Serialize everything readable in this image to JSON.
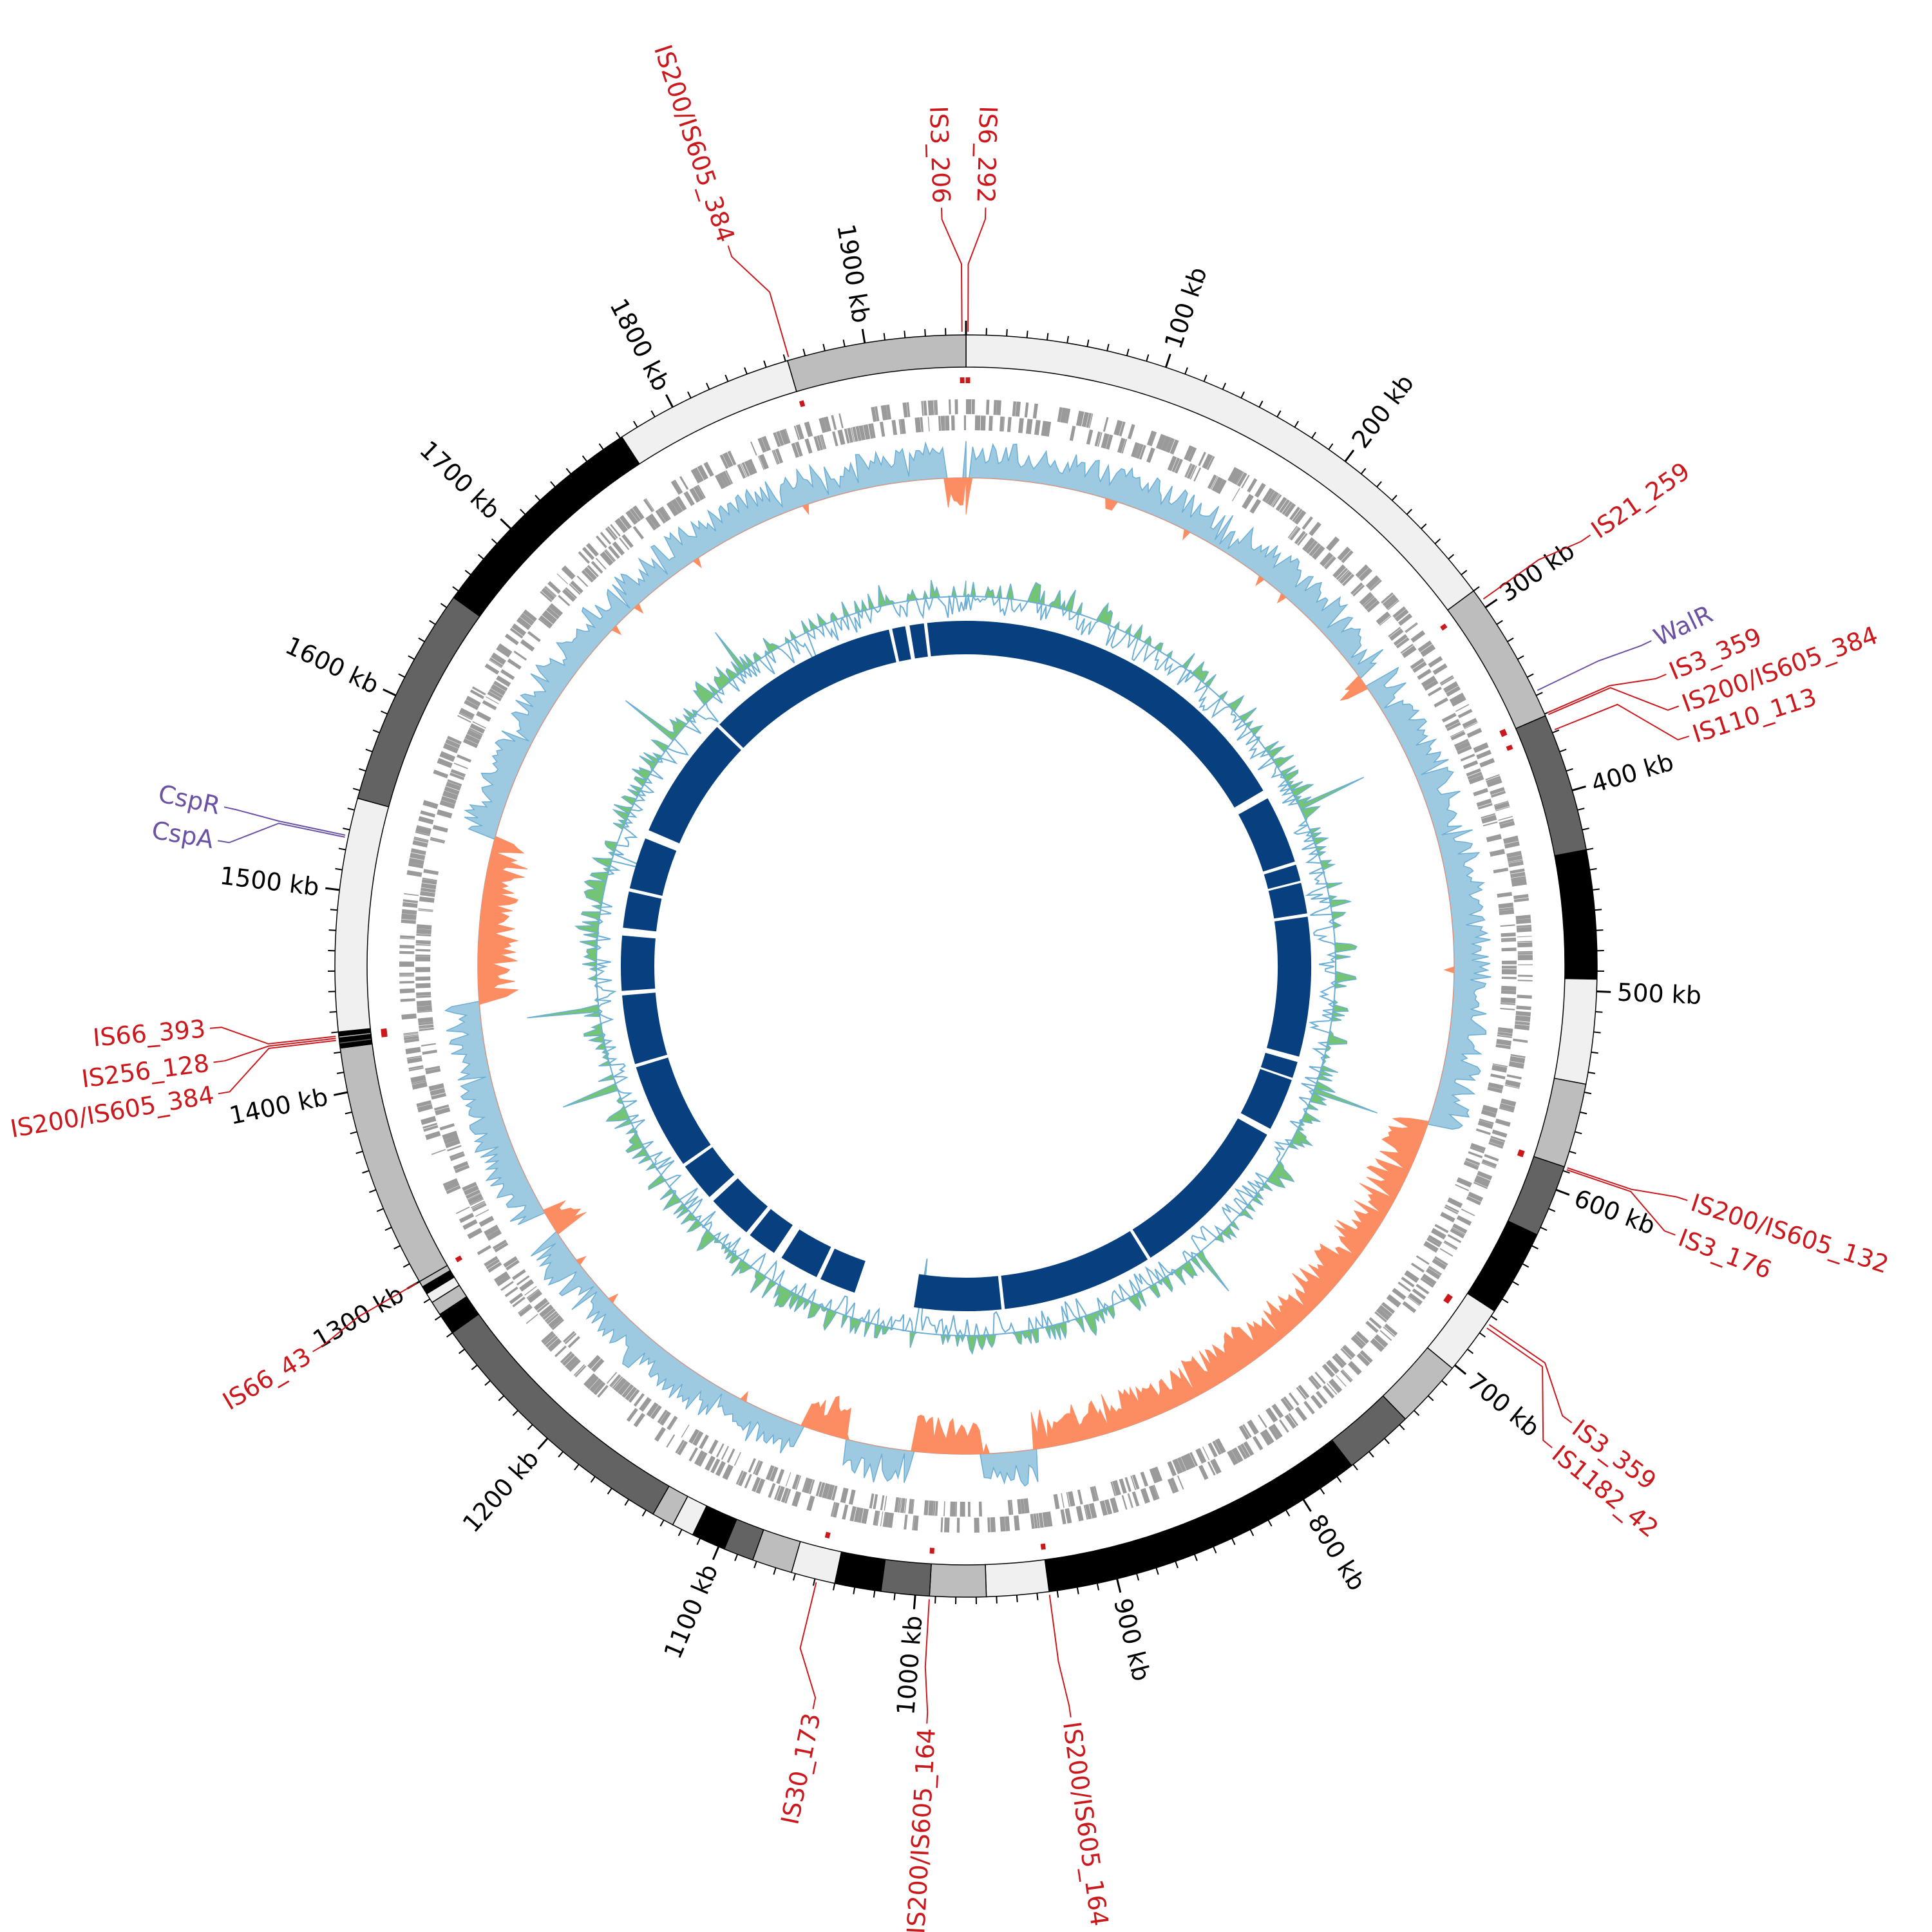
{
  "genome": {
    "length_kb": 1950
  },
  "colors": {
    "light": "#f0f0f0",
    "gray": "#bdbdbd",
    "dark": "#636363",
    "black": "#000000",
    "gene": "#9a9a9a",
    "skew_pos_fill": "#9ecae1",
    "skew_pos_line": "#6baed6",
    "skew_neg": "#fc8d62",
    "gc_green": "#74c476",
    "gc_blue": "#6baed6",
    "inner_ring": "#083f7f",
    "is_label": "#cb181d",
    "gene_label": "#6a51a3"
  },
  "ideogram": [
    {
      "start": 0,
      "end": 290,
      "shade": "light"
    },
    {
      "start": 290,
      "end": 361,
      "shade": "gray"
    },
    {
      "start": 361,
      "end": 430,
      "shade": "dark"
    },
    {
      "start": 430,
      "end": 494,
      "shade": "black"
    },
    {
      "start": 494,
      "end": 546,
      "shade": "light"
    },
    {
      "start": 546,
      "end": 588,
      "shade": "gray"
    },
    {
      "start": 588,
      "end": 624,
      "shade": "dark"
    },
    {
      "start": 624,
      "end": 667,
      "shade": "black"
    },
    {
      "start": 667,
      "end": 702,
      "shade": "light"
    },
    {
      "start": 702,
      "end": 736,
      "shade": "gray"
    },
    {
      "start": 736,
      "end": 771,
      "shade": "dark"
    },
    {
      "start": 771,
      "end": 934,
      "shade": "black"
    },
    {
      "start": 934,
      "end": 965,
      "shade": "light"
    },
    {
      "start": 965,
      "end": 993,
      "shade": "gray"
    },
    {
      "start": 993,
      "end": 1017,
      "shade": "dark"
    },
    {
      "start": 1017,
      "end": 1040,
      "shade": "black"
    },
    {
      "start": 1040,
      "end": 1062,
      "shade": "light"
    },
    {
      "start": 1062,
      "end": 1082,
      "shade": "gray"
    },
    {
      "start": 1082,
      "end": 1097,
      "shade": "dark"
    },
    {
      "start": 1097,
      "end": 1114,
      "shade": "black"
    },
    {
      "start": 1114,
      "end": 1125,
      "shade": "light"
    },
    {
      "start": 1125,
      "end": 1136,
      "shade": "gray"
    },
    {
      "start": 1136,
      "end": 1270,
      "shade": "dark"
    },
    {
      "start": 1270,
      "end": 1281,
      "shade": "black"
    },
    {
      "start": 1281,
      "end": 1288,
      "shade": "gray"
    },
    {
      "start": 1288,
      "end": 1293,
      "shade": "light"
    },
    {
      "start": 1293,
      "end": 1297,
      "shade": "black"
    },
    {
      "start": 1297,
      "end": 1300,
      "shade": "gray"
    },
    {
      "start": 1300,
      "end": 1422,
      "shade": "gray"
    },
    {
      "start": 1422,
      "end": 1424,
      "shade": "black"
    },
    {
      "start": 1424,
      "end": 1425,
      "shade": "dark"
    },
    {
      "start": 1425,
      "end": 1427,
      "shade": "black"
    },
    {
      "start": 1427,
      "end": 1428,
      "shade": "gray"
    },
    {
      "start": 1428,
      "end": 1430,
      "shade": "black"
    },
    {
      "start": 1430,
      "end": 1546,
      "shade": "light"
    },
    {
      "start": 1546,
      "end": 1656,
      "shade": "dark"
    },
    {
      "start": 1656,
      "end": 1771,
      "shade": "black"
    },
    {
      "start": 1771,
      "end": 1861,
      "shade": "light"
    },
    {
      "start": 1861,
      "end": 1950,
      "shade": "gray"
    }
  ],
  "ticks": [
    {
      "kb": 100,
      "label": "100 kb"
    },
    {
      "kb": 200,
      "label": "200 kb"
    },
    {
      "kb": 300,
      "label": "300 kb"
    },
    {
      "kb": 400,
      "label": "400 kb"
    },
    {
      "kb": 500,
      "label": "500 kb"
    },
    {
      "kb": 600,
      "label": "600 kb"
    },
    {
      "kb": 700,
      "label": "700 kb"
    },
    {
      "kb": 800,
      "label": "800 kb"
    },
    {
      "kb": 900,
      "label": "900 kb"
    },
    {
      "kb": 1000,
      "label": "1000 kb"
    },
    {
      "kb": 1100,
      "label": "1100 kb"
    },
    {
      "kb": 1200,
      "label": "1200 kb"
    },
    {
      "kb": 1300,
      "label": "1300 kb"
    },
    {
      "kb": 1400,
      "label": "1400 kb"
    },
    {
      "kb": 1500,
      "label": "1500 kb"
    },
    {
      "kb": 1600,
      "label": "1600 kb"
    },
    {
      "kb": 1700,
      "label": "1700 kb"
    },
    {
      "kb": 1800,
      "label": "1800 kb"
    },
    {
      "kb": 1900,
      "label": "1900 kb"
    }
  ],
  "features": [
    {
      "label": "IS3_206",
      "kb": 1948,
      "type": "IS"
    },
    {
      "label": "IS6_292",
      "kb": 1,
      "type": "IS"
    },
    {
      "label": "IS200/IS605_384",
      "kb": 1862,
      "type": "IS"
    },
    {
      "label": "IS21_259",
      "kb": 296,
      "type": "IS"
    },
    {
      "label": "WalR",
      "kb": 348,
      "type": "gene"
    },
    {
      "label": "IS3_359",
      "kb": 360,
      "type": "IS"
    },
    {
      "label": "IS200/IS605_384",
      "kb": 361,
      "type": "IS"
    },
    {
      "label": "IS110_113",
      "kb": 369,
      "type": "IS"
    },
    {
      "label": "IS200/IS605_132",
      "kb": 588,
      "type": "IS"
    },
    {
      "label": "IS3_176",
      "kb": 589,
      "type": "IS"
    },
    {
      "label": "IS3_359",
      "kb": 674,
      "type": "IS"
    },
    {
      "label": "IS1182_42",
      "kb": 676,
      "type": "IS"
    },
    {
      "label": "IS200/IS605_164",
      "kb": 934,
      "type": "IS"
    },
    {
      "label": "IS200/IS605_164",
      "kb": 993,
      "type": "IS"
    },
    {
      "label": "IS30_173",
      "kb": 1049,
      "type": "IS"
    },
    {
      "label": "IS66_43",
      "kb": 1300,
      "type": "IS"
    },
    {
      "label": "IS66_393",
      "kb": 1428,
      "type": "IS"
    },
    {
      "label": "IS256_128",
      "kb": 1427,
      "type": "IS"
    },
    {
      "label": "IS200/IS605_384",
      "kb": 1426,
      "type": "IS"
    },
    {
      "label": "CspR",
      "kb": 1527,
      "type": "gene"
    },
    {
      "label": "CspA",
      "kb": 1526,
      "type": "gene"
    }
  ],
  "skew_negative_regions": [
    [
      1938,
      1950
    ],
    [
      0,
      4
    ],
    [
      292,
      300
    ],
    [
      1283,
      1300
    ],
    [
      1440,
      1545
    ],
    [
      1052,
      1082
    ],
    [
      965,
      1010
    ],
    [
      590,
      932
    ]
  ],
  "inner_ring_gaps": [
    [
      322,
      330
    ],
    [
      392,
      395
    ],
    [
      410,
      412
    ],
    [
      440,
      443
    ],
    [
      570,
      575
    ],
    [
      590,
      592
    ],
    [
      640,
      646
    ],
    [
      800,
      803
    ],
    [
      940,
      943
    ],
    [
      1022,
      1077
    ],
    [
      1110,
      1114
    ],
    [
      1150,
      1158
    ],
    [
      1185,
      1189
    ],
    [
      1230,
      1235
    ],
    [
      1270,
      1273
    ],
    [
      1370,
      1373
    ],
    [
      1436,
      1440
    ],
    [
      1490,
      1497
    ],
    [
      1530,
      1533
    ],
    [
      1580,
      1588
    ],
    [
      1700,
      1703
    ],
    [
      1880,
      1883
    ],
    [
      1895,
      1899
    ],
    [
      1912,
      1915
    ]
  ]
}
